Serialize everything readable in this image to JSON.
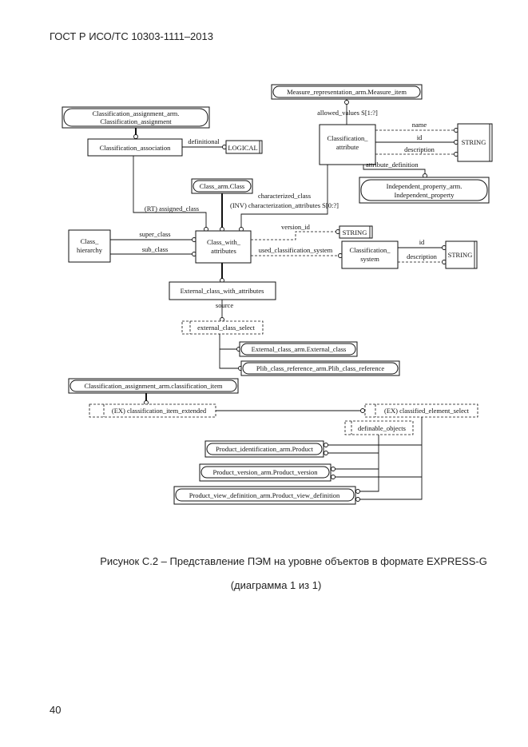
{
  "header": "ГОСТ Р ИСО/ТС 10303-1111–2013",
  "diagram": {
    "entities": {
      "measure_item": "Measure_representation_arm.Measure_item",
      "ca_assignment_1": "Classification_assignment_arm.",
      "ca_assignment_2": "Classification_assignment",
      "classification_association": "Classification_association",
      "logical": "LOGICAL",
      "classification_attribute_1": "Classification_",
      "classification_attribute_2": "attribute",
      "string_1": "STRING",
      "independent_property_1": "Independent_property_arm.",
      "independent_property_2": "Independent_property",
      "class_arm_class": "Class_arm.Class",
      "class_hierarchy_1": "Class_",
      "class_hierarchy_2": "hierarchy",
      "class_with_attributes_1": "Class_with_",
      "class_with_attributes_2": "attributes",
      "string_2": "STRING",
      "classification_system_1": "Classification_",
      "classification_system_2": "system",
      "string_3": "STRING",
      "external_class_with_attributes": "External_class_with_attributes",
      "external_class_select": "external_class_select",
      "external_class": "External_class_arm.External_class",
      "plib_class_reference": "Plib_class_reference_arm.Plib_class_reference",
      "classification_item": "Classification_assignment_arm.classification_item",
      "classification_item_extended": "(EX) classification_item_extended",
      "classified_element_select": "(EX) classified_element_select",
      "definable_objects": "definable_objects",
      "product": "Product_identification_arm.Product",
      "product_version": "Product_version_arm.Product_version",
      "product_view_definition": "Product_view_definition_arm.Product_view_definition"
    },
    "relations": {
      "allowed_values": "allowed_values S[1:?]",
      "definitional": "definitional",
      "name": "name",
      "id": "id",
      "description": "description",
      "attribute_definition": "attribute_definition",
      "assigned_class": "(RT) assigned_class",
      "characterized_class": "characterized_class",
      "characterization_attributes": "(INV) characterization_attributes S[0:?]",
      "super_class": "super_class",
      "sub_class": "sub_class",
      "version_id": "version_id",
      "used_classification_system": "used_classification_system",
      "id_2": "id",
      "description_2": "description",
      "source": "source"
    }
  },
  "caption": {
    "line1": "Рисунок  С.2 – Представление ПЭМ на уровне объектов в формате EXPRESS-G",
    "line2": "(диаграмма 1 из 1)"
  },
  "page_number": "40"
}
